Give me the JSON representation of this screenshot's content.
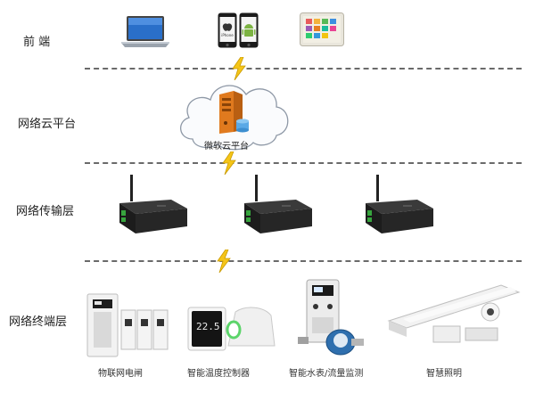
{
  "layers": {
    "frontend": "前 端",
    "cloud": "网络云平台",
    "transport": "网络传输层",
    "terminal": "网络终端层"
  },
  "cloud": {
    "server_label": "微软云平台"
  },
  "phones": {
    "ios_label": "iPhone"
  },
  "devices": [
    {
      "label": "物联网电闸"
    },
    {
      "label": "智能温度控制器"
    },
    {
      "label": "智能水表/流量监测"
    },
    {
      "label": "智慧照明"
    }
  ],
  "thermostat": {
    "reading": "22.5"
  },
  "colors": {
    "bolt": "#f5c518",
    "divider": "#6a6a6a",
    "laptop_screen": "#2a6fc9",
    "server": "#e07a1e"
  }
}
